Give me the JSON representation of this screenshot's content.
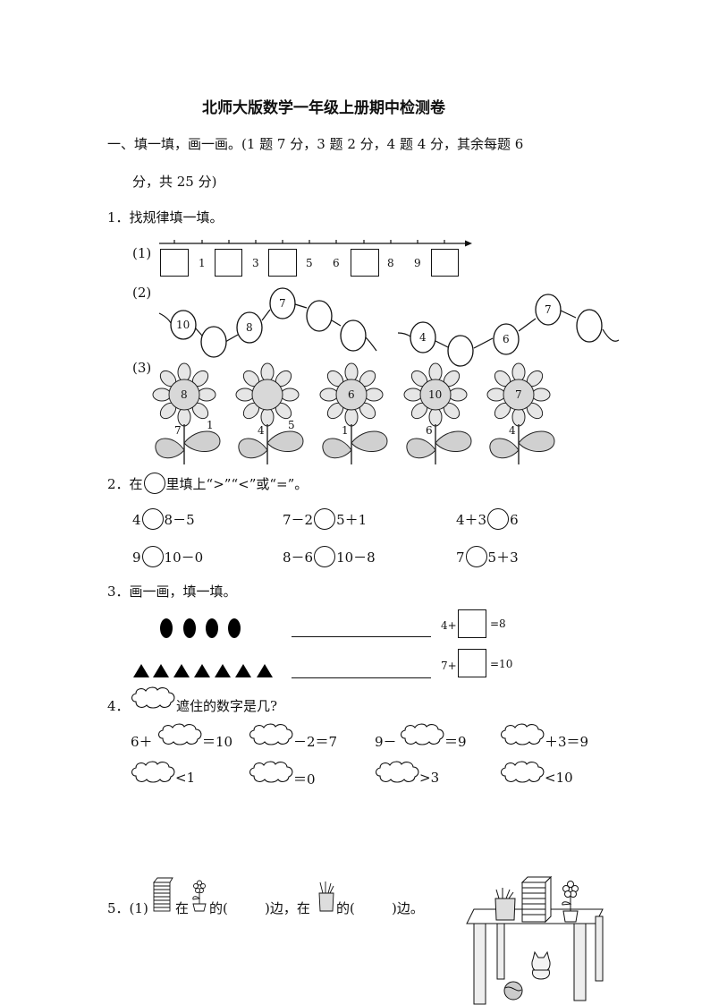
{
  "title": "北师大版数学一年级上册期中检测卷",
  "section1": {
    "header_line1": "一、填一填，画一画。(1 题 7 分，3 题 2 分，4 题 4 分，其余每题 6",
    "header_line2": "分，共 25 分)"
  },
  "q1": {
    "label": "1．找规律填一填。",
    "p1": {
      "tag": "(1)",
      "nums": [
        "1",
        "3",
        "5",
        "6",
        "8",
        "9"
      ]
    },
    "p2": {
      "tag": "(2)",
      "chain1": [
        "10",
        "",
        "8",
        "7",
        "",
        ""
      ],
      "chain2": [
        "4",
        "",
        "6",
        "7",
        ""
      ]
    },
    "p3": {
      "tag": "(3)",
      "flowers": [
        {
          "head": "8",
          "left": "7",
          "right": "1"
        },
        {
          "head": "",
          "left": "4",
          "right": "5"
        },
        {
          "head": "6",
          "left": "1",
          "right": ""
        },
        {
          "head": "10",
          "left": "6",
          "right": ""
        },
        {
          "head": "7",
          "left": "4",
          "right": ""
        }
      ]
    }
  },
  "q2": {
    "label_pre": "2．在",
    "label_post": "里填上“>”“<”或“=”。",
    "items": [
      {
        "left": "4",
        "right": "8－5"
      },
      {
        "left": "7－2",
        "right": "5＋1"
      },
      {
        "left": "4＋3",
        "right": "6"
      },
      {
        "left": "9",
        "right": "10－0"
      },
      {
        "left": "8－6",
        "right": "10－8"
      },
      {
        "left": "7",
        "right": "5＋3"
      }
    ]
  },
  "q3": {
    "label": "3．画一画，填一填。",
    "row1": {
      "shape": "black-oval",
      "count": 4,
      "pre": "4+",
      "post": "=8"
    },
    "row2": {
      "shape": "black-triangle",
      "count": 7,
      "pre": "7+",
      "post": "=10"
    }
  },
  "q4": {
    "label_pre": "4．",
    "label_post": "遮住的数字是几?",
    "row1": [
      {
        "pre": "6＋",
        "post": "＝10"
      },
      {
        "pre": "",
        "post": "－2＝7"
      },
      {
        "pre": "9－",
        "post": "＝9"
      },
      {
        "pre": "",
        "post": "＋3＝9"
      }
    ],
    "row2": [
      {
        "pre": "",
        "post": "<1"
      },
      {
        "pre": "",
        "post": "＝0"
      },
      {
        "pre": "",
        "post": ">3"
      },
      {
        "pre": "",
        "post": "<10"
      }
    ]
  },
  "q5": {
    "num": "5．(1)",
    "t1": "在",
    "t2": "的(",
    "t3": ")边，在",
    "t4": "的(",
    "t5": ")边。"
  }
}
